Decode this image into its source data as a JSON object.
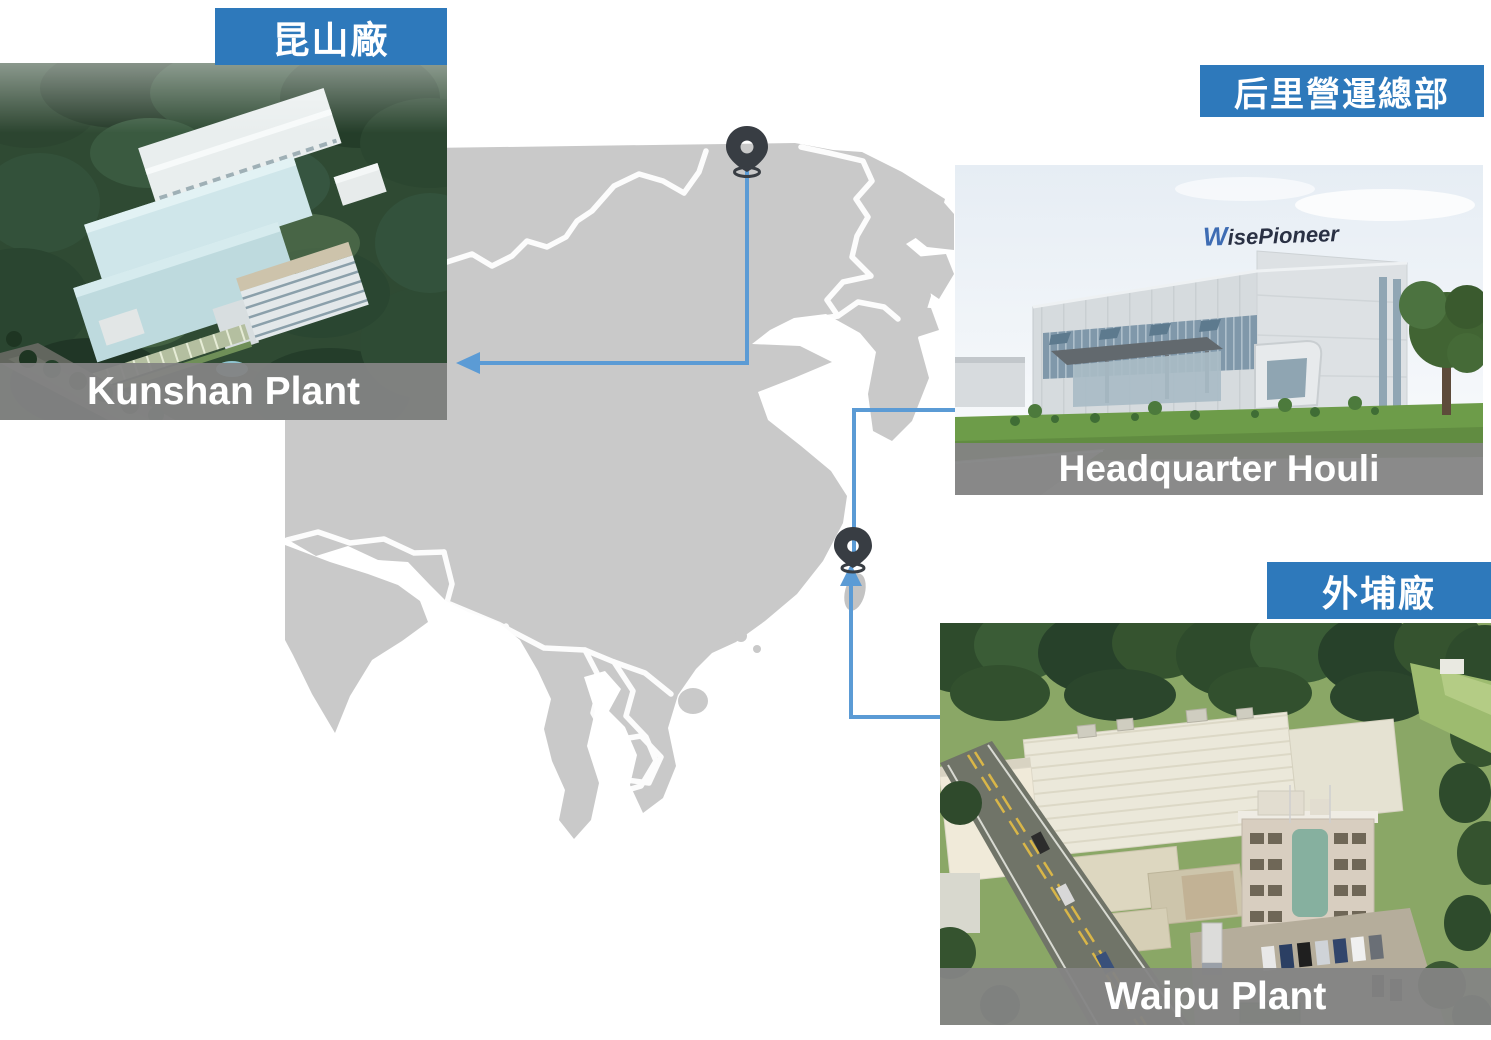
{
  "sites": [
    {
      "id": "kunshan",
      "name_zh": "昆山廠",
      "caption": "Kunshan Plant"
    },
    {
      "id": "houli",
      "name_zh": "后里營運總部",
      "caption": "Headquarter Houli",
      "building_logo": "WisePioneer"
    },
    {
      "id": "waipu",
      "name_zh": "外埔廠",
      "caption": "Waipu Plant"
    }
  ],
  "map": {
    "region": "East and Southeast Asia",
    "pins": [
      {
        "name": "kunshan-location-pin"
      },
      {
        "name": "taiwan-location-pin"
      }
    ]
  },
  "colors": {
    "label_blue": "#2e79bb",
    "caption_gray": "#848484",
    "connector_blue": "#5b9bd5",
    "map_gray": "#c9c9c9",
    "pin_dark": "#383d43"
  }
}
